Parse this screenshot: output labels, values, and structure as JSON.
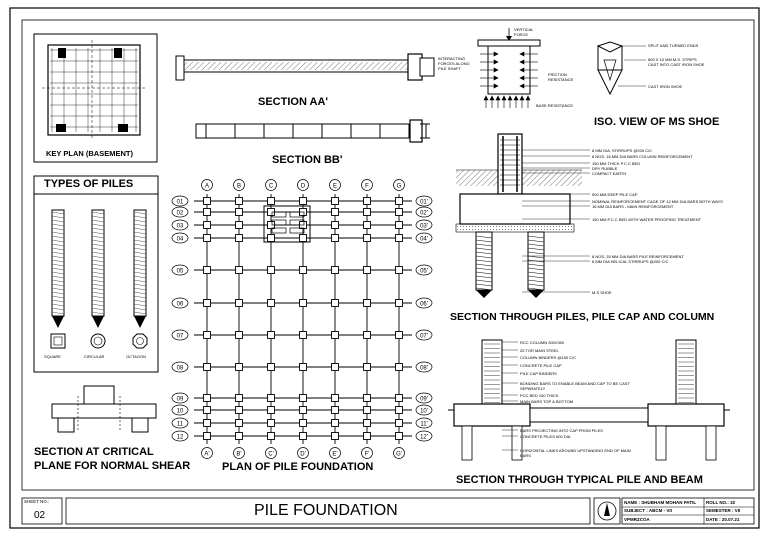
{
  "titles": {
    "key_plan": "KEY PLAN (BASEMENT)",
    "section_aa": "SECTION AA'",
    "section_bb": "SECTION BB'",
    "iso_ms_shoe": "ISO. VIEW OF MS SHOE",
    "types_of_piles": "TYPES OF PILES",
    "pile_cap_column": "SECTION THROUGH PILES, PILE CAP AND COLUMN",
    "critical_plane_1": "SECTION AT CRITICAL",
    "critical_plane_2": "PLANE FOR NORMAL SHEAR",
    "plan_of_pile_foundation": "PLAN OF PILE FOUNDATION",
    "pile_and_beam": "SECTION THROUGH TYPICAL PILE AND BEAM"
  },
  "pile_types": [
    "SQUARE",
    "CIRCULAR",
    "OCTAGON"
  ],
  "grid": {
    "columns": [
      "A",
      "B",
      "C",
      "D",
      "E",
      "F",
      "G"
    ],
    "columns_prime": [
      "A'",
      "B'",
      "C'",
      "D'",
      "E'",
      "F'",
      "G'"
    ],
    "rows": [
      "01",
      "02",
      "03",
      "04",
      "05",
      "06",
      "07",
      "08",
      "09",
      "10",
      "11",
      "12"
    ],
    "rows_prime": [
      "01'",
      "02'",
      "03'",
      "04'",
      "05'",
      "06'",
      "07'",
      "08'",
      "09'",
      "10'",
      "11'",
      "12'"
    ]
  },
  "force_labels": {
    "vertical": "VERTICAL FORCE",
    "interacting": "INTERACTING FORCES ALONG PILE SHAFT",
    "friction": "FRICTION RESISTANCE",
    "base": "BASE RESISTANCE"
  },
  "shoe_notes": [
    "SPLIT AND TURNED ENDS",
    "800 X 10 MM M.S. STRIPS CAST INTO CAST IRON SHOE",
    "CAST IRON SHOE"
  ],
  "pile_cap_notes": [
    "8 MM DIA. STIRRUPS @200 C/C",
    "8 NOS. 16 MM DIA BARS COLUMN REINFORCEMENT",
    "150 MM THICK P.C.C BED",
    "DRY RUBBLE",
    "COMPACT EARTH",
    "500 MM DEEP PILE CAP",
    "NOMINAL REINFORCEMENT CAGE OF 12 MM DIA.BARS BOTH WAYS",
    "16 MM DIA BARS - MAIN REINFORCEMENT",
    "150 MM P.C.C BED WITH WATER PROOFING TREATMENT",
    "8 NOS. 25 MM DIA BARS PILE REINFORCEMENT",
    "8 MM DIA HELICAL STIRRUPS @200 C/C",
    "M.S SHOE"
  ],
  "pile_beam_notes": [
    "RCC COLUMN 300X300",
    "25 TOR MAIN STEEL",
    "COLUMN BINDERS @150 C/C",
    "CONCRETE PILE CAP",
    "PILE CAP BINDERS",
    "BONDING BARS TO ENABLE BEAM AND CAP TO BE CAST SEPARATELY",
    "PCC BED 100 THICK",
    "MAIN BARS TOP & BOTTOM",
    "BARS PROJECTING INTO CAP FROM PILES",
    "CONCRETE PILES 600 DIA",
    "HORIZONTAL LINKS AROUND UPSTANDING END OF MAIN BARS"
  ],
  "title_block": {
    "sheet_no_label": "SHEET NO.:",
    "sheet_no": "02",
    "drawing_title": "PILE FOUNDATION",
    "name": "NAME : SHUBHAM MOHAN PATIL",
    "subject": "SUBJECT : ABCM - VII",
    "college": "VPMRZCOA",
    "roll_no": "ROLL NO.: 32",
    "semester": "SEMESTER : VII",
    "date": "DATE : 20.07.21"
  },
  "colors": {
    "ink": "#000000",
    "paper": "#ffffff",
    "hatch": "#555555"
  }
}
